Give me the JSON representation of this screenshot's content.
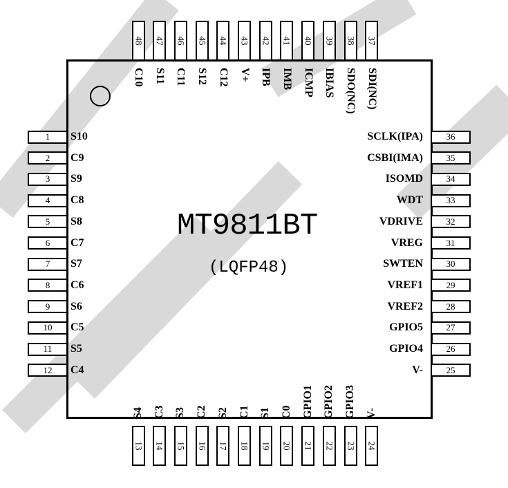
{
  "chip": {
    "part_number": "MT9811BT",
    "package": "(LQFP48)"
  },
  "pins": {
    "left": [
      {
        "num": "1",
        "name": "S10"
      },
      {
        "num": "2",
        "name": "C9"
      },
      {
        "num": "3",
        "name": "S9"
      },
      {
        "num": "4",
        "name": "C8"
      },
      {
        "num": "5",
        "name": "S8"
      },
      {
        "num": "6",
        "name": "C7"
      },
      {
        "num": "7",
        "name": "S7"
      },
      {
        "num": "8",
        "name": "C6"
      },
      {
        "num": "9",
        "name": "S6"
      },
      {
        "num": "10",
        "name": "C5"
      },
      {
        "num": "11",
        "name": "S5"
      },
      {
        "num": "12",
        "name": "C4"
      }
    ],
    "bottom": [
      {
        "num": "13",
        "name": "S4"
      },
      {
        "num": "14",
        "name": "C3"
      },
      {
        "num": "15",
        "name": "S3"
      },
      {
        "num": "16",
        "name": "C2"
      },
      {
        "num": "17",
        "name": "S2"
      },
      {
        "num": "18",
        "name": "C1"
      },
      {
        "num": "19",
        "name": "S1"
      },
      {
        "num": "20",
        "name": "C0"
      },
      {
        "num": "21",
        "name": "GPIO1"
      },
      {
        "num": "22",
        "name": "GPIO2"
      },
      {
        "num": "23",
        "name": "GPIO3"
      },
      {
        "num": "24",
        "name": "V-"
      }
    ],
    "right": [
      {
        "num": "36",
        "name": "SCLK(IPA)"
      },
      {
        "num": "35",
        "name": "CSBI(IMA)"
      },
      {
        "num": "34",
        "name": "ISOMD"
      },
      {
        "num": "33",
        "name": "WDT"
      },
      {
        "num": "32",
        "name": "VDRIVE"
      },
      {
        "num": "31",
        "name": "VREG"
      },
      {
        "num": "30",
        "name": "SWTEN"
      },
      {
        "num": "29",
        "name": "VREF1"
      },
      {
        "num": "28",
        "name": "VREF2"
      },
      {
        "num": "27",
        "name": "GPIO5"
      },
      {
        "num": "26",
        "name": "GPIO4"
      },
      {
        "num": "25",
        "name": "V-"
      }
    ],
    "top": [
      {
        "num": "48",
        "name": "C10"
      },
      {
        "num": "47",
        "name": "S11"
      },
      {
        "num": "46",
        "name": "C11"
      },
      {
        "num": "45",
        "name": "S12"
      },
      {
        "num": "44",
        "name": "C12"
      },
      {
        "num": "43",
        "name": "V+"
      },
      {
        "num": "42",
        "name": "IPB"
      },
      {
        "num": "41",
        "name": "IMB"
      },
      {
        "num": "40",
        "name": "ICMP"
      },
      {
        "num": "39",
        "name": "IBIAS"
      },
      {
        "num": "38",
        "name": "SDO(NC)"
      },
      {
        "num": "37",
        "name": "SDI(NC)"
      }
    ]
  },
  "watermark": {
    "color": "#d9d9d9"
  }
}
